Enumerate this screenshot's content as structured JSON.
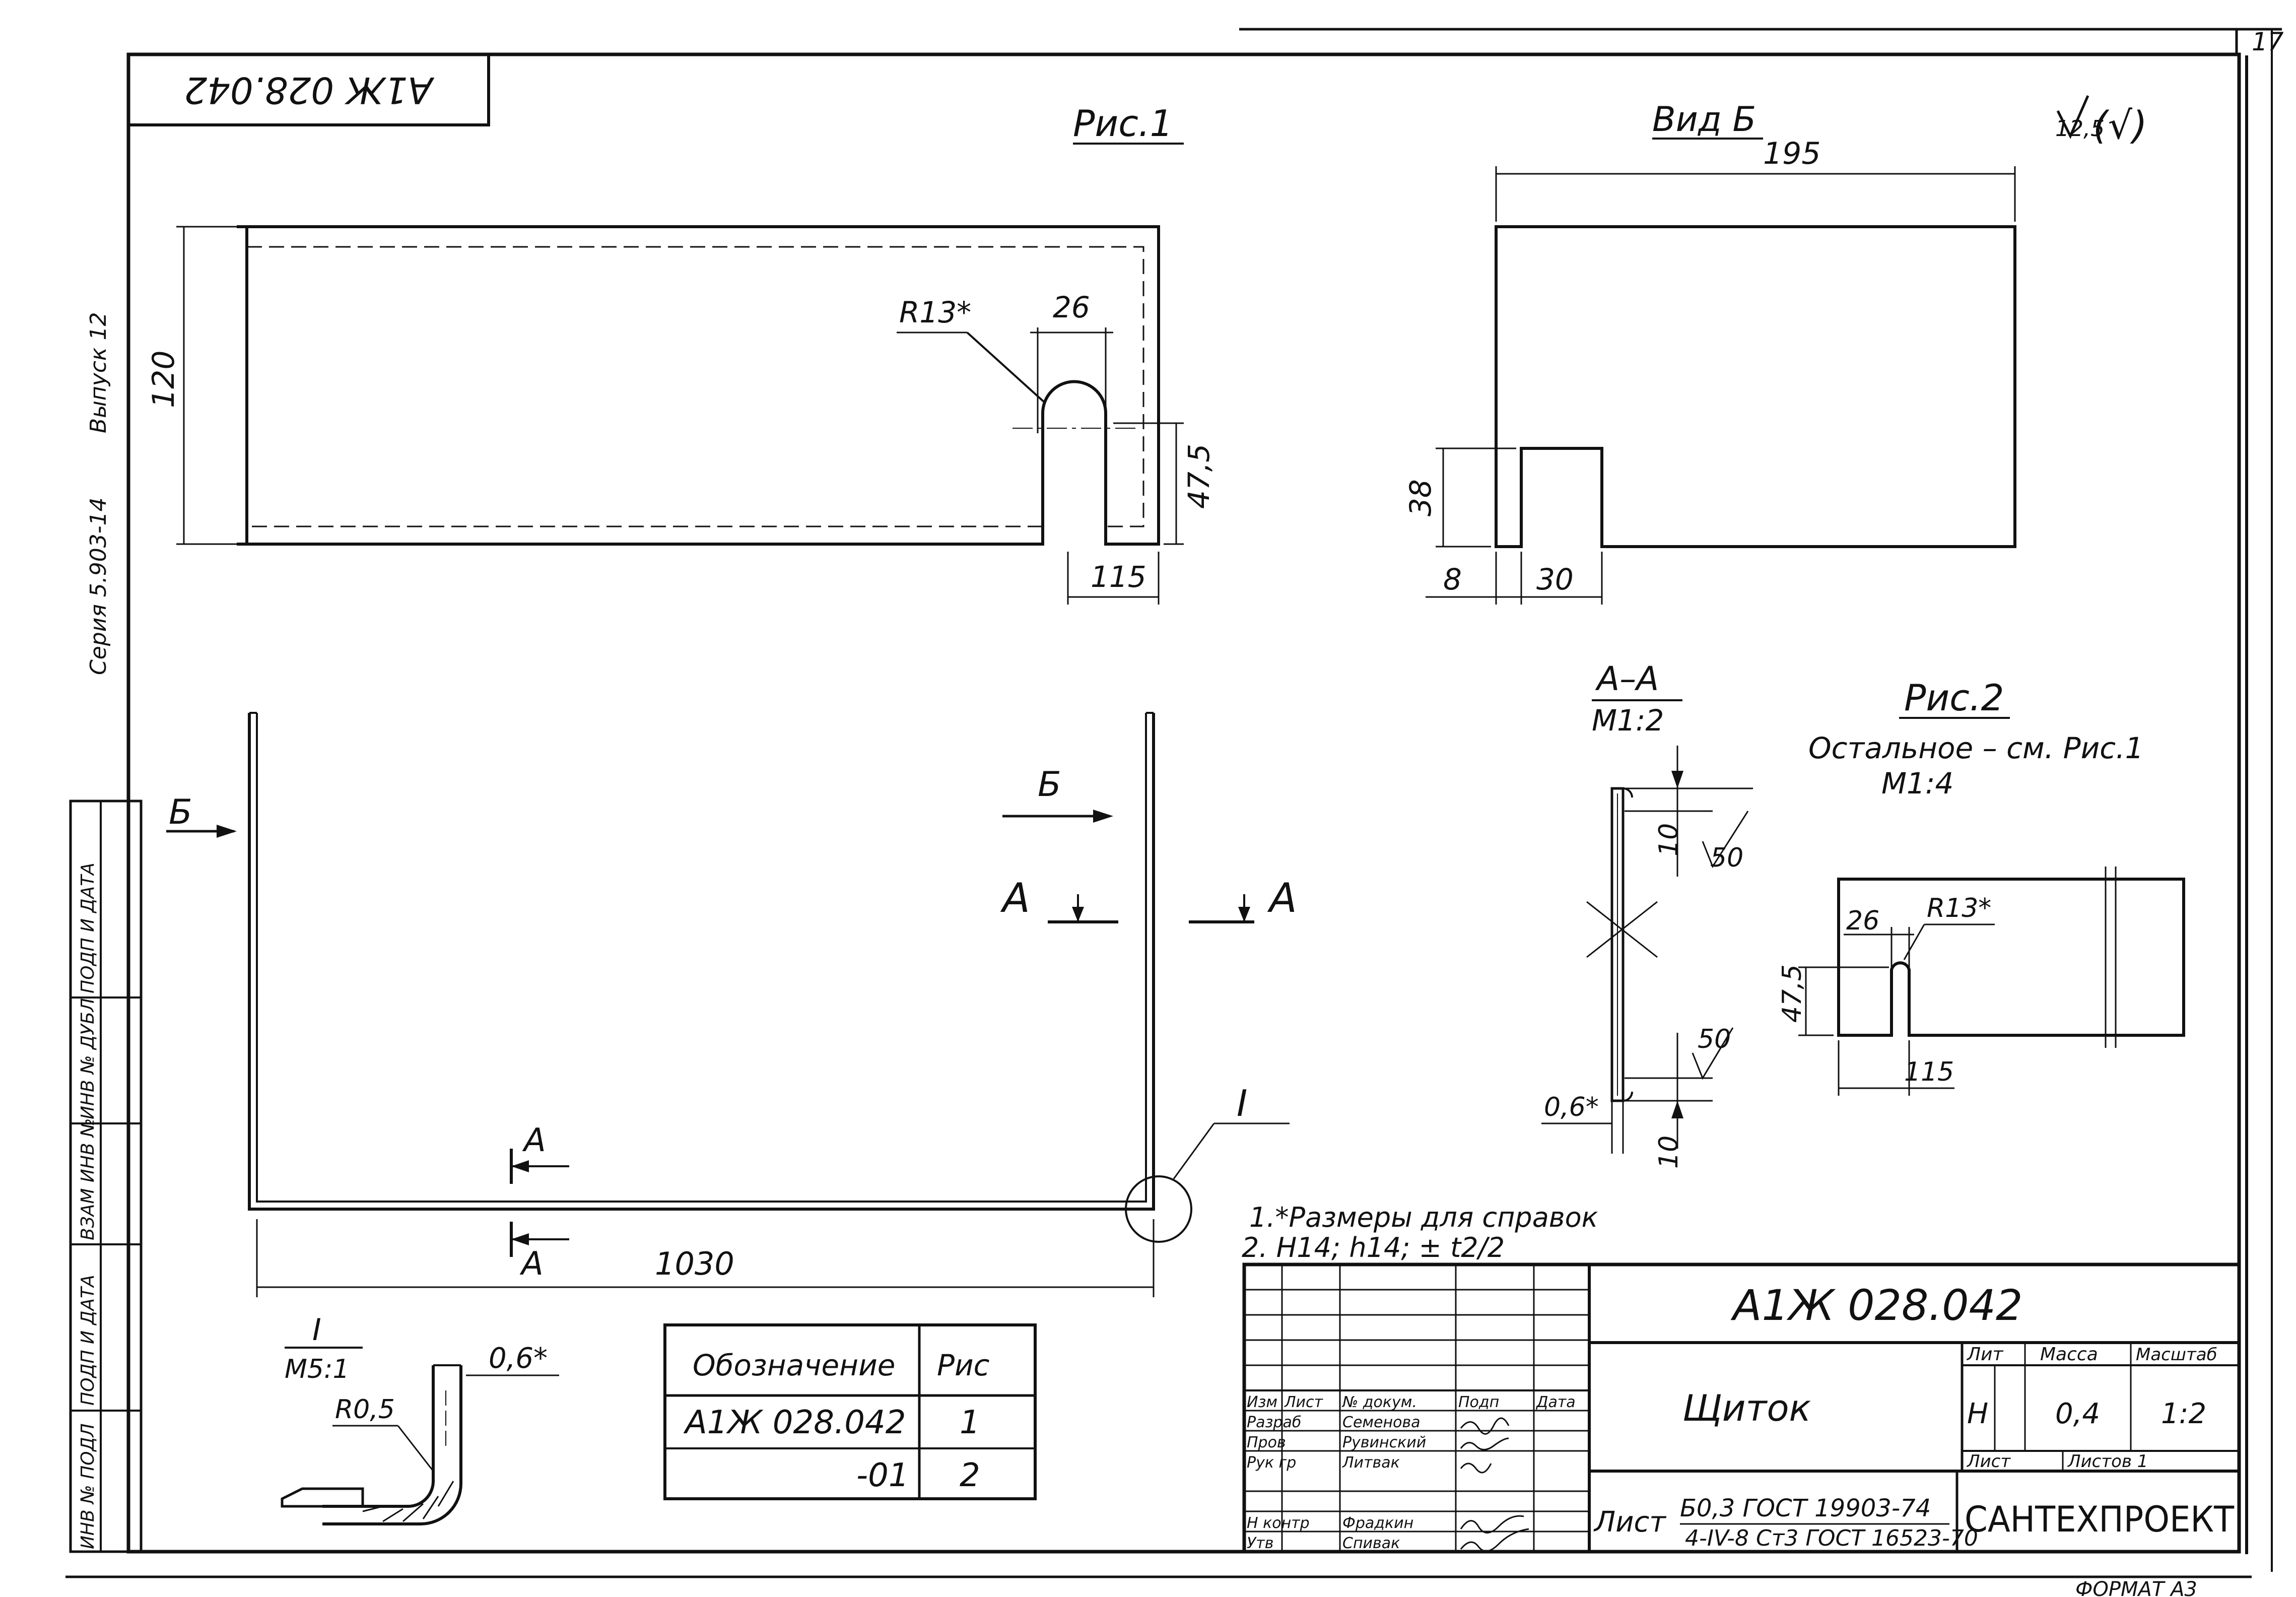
{
  "sheet": {
    "sheet_number": "17",
    "stamp_code": "А1Ж 028.042",
    "side_series": "Серия 5.903-14",
    "side_issue": "Выпуск 12",
    "format": "ФОРМАТ А3"
  },
  "side_stamp": [
    "ИНВ № ПОДЛ",
    "ПОДП И ДАТА",
    "ВЗАМ ИНВ №",
    "ИНВ № ДУБЛ",
    "ПОДП И ДАТА"
  ],
  "fig1": {
    "title": "Рис.1",
    "dim_120": "120",
    "dim_r13": "R13*",
    "dim_26": "26",
    "dim_475": "47,5",
    "dim_115": "115",
    "dim_1030": "1030",
    "view_b": "Б",
    "section_a": "А",
    "node_1": "I"
  },
  "view_b": {
    "title": "Вид Б",
    "dim_195": "195",
    "dim_38": "38",
    "dim_8": "8",
    "dim_30": "30",
    "roughness_value": "12,5",
    "roughness_symbol": "(√)"
  },
  "section_aa": {
    "title": "А–А",
    "scale": "М1:2",
    "dim_10_top": "10",
    "dim_50_top": "50",
    "dim_50_bottom": "50",
    "dim_10_bottom": "10",
    "dim_06": "0,6*"
  },
  "fig2": {
    "title": "Рис.2",
    "note": "Остальное – см. Рис.1",
    "scale": "М1:4",
    "dim_475": "47,5",
    "dim_26": "26",
    "dim_r13": "R13*",
    "dim_115": "115"
  },
  "detail_1": {
    "title": "I",
    "scale": "М5:1",
    "dim_06": "0,6*",
    "dim_r05": "R0,5"
  },
  "spec_table": {
    "headers": [
      "Обозначение",
      "Рис"
    ],
    "rows": [
      [
        "А1Ж 028.042",
        "1"
      ],
      [
        "-01",
        "2"
      ]
    ]
  },
  "notes": [
    "1.*Размеры для справок",
    "2. Н14; h14; ± t2/2"
  ],
  "title_block": {
    "designation": "А1Ж 028.042",
    "name": "Щиток",
    "col_headers": [
      "Изм",
      "Лист",
      "№ докум.",
      "Подп",
      "Дата"
    ],
    "roles": [
      {
        "role": "Разраб",
        "name": "Семенова"
      },
      {
        "role": "Пров",
        "name": "Рувинский"
      },
      {
        "role": "Рук гр",
        "name": "Литвак"
      },
      {
        "role": "Н контр",
        "name": "Фрадкин"
      },
      {
        "role": "Утв",
        "name": "Спивак"
      }
    ],
    "lit_label": "Лит",
    "mass_label": "Масса",
    "scale_label": "Масштаб",
    "lit_value": "Н",
    "mass_value": "0,4",
    "scale_value": "1:2",
    "sheet_label": "Лист",
    "sheets_label": "Листов 1",
    "material_label": "Лист",
    "material_line1": "Б0,3 ГОСТ 19903-74",
    "material_line2": "4-IV-8 Ст3 ГОСТ 16523-70",
    "org": "САНТЕХПРОЕКТ"
  }
}
